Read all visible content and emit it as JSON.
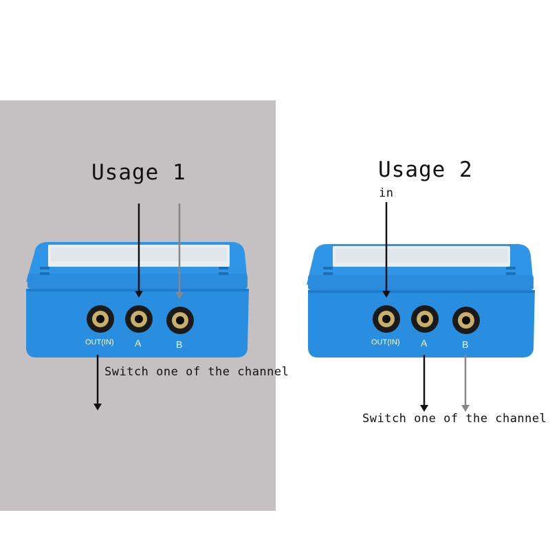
{
  "usage1": {
    "title": "Usage 1",
    "note": "Switch one of the channel",
    "port_labels": {
      "out": "OUT(IN)",
      "a": "A",
      "b": "B"
    }
  },
  "usage2": {
    "title": "Usage 2",
    "input_label": "in",
    "note": "Switch one of the channel",
    "port_labels": {
      "out": "OUT(IN)",
      "a": "A",
      "b": "B"
    }
  },
  "colors": {
    "background": "#ffffff",
    "left_panel": "#c5c1c2",
    "device_blue": "#2a8ee0",
    "arrow_black": "#111111",
    "arrow_gray": "#888888"
  }
}
